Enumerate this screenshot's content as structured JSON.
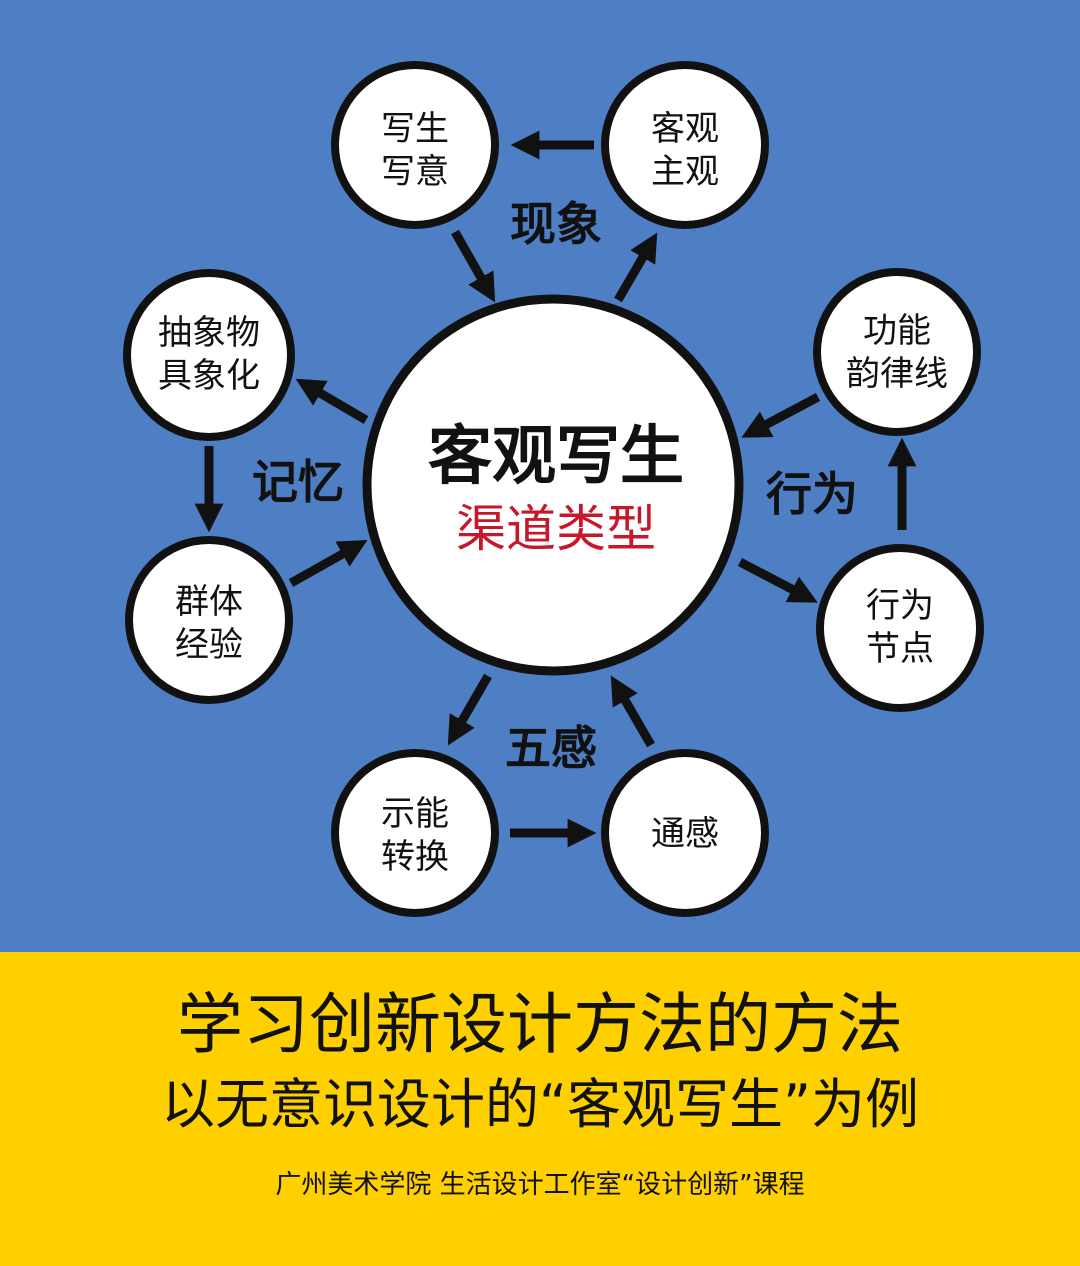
{
  "colors": {
    "background": "#4e7fc4",
    "banner": "#ffd000",
    "accent_red": "#c8162b",
    "ink": "#111111",
    "node_fill": "#ffffff"
  },
  "center": {
    "title": "客观写生",
    "subtitle": "渠道类型"
  },
  "groups": {
    "phenomenon": "现象",
    "memory": "记忆",
    "behavior": "行为",
    "five_senses": "五感"
  },
  "nodes": {
    "sketch": {
      "line1": "写生",
      "line2": "写意"
    },
    "objective": {
      "line1": "客观",
      "line2": "主观"
    },
    "abstract": {
      "line1": "抽象物",
      "line2": "具象化"
    },
    "group_exp": {
      "line1": "群体",
      "line2": "经验"
    },
    "function": {
      "line1": "功能",
      "line2": "韵律线"
    },
    "behavior_node": {
      "line1": "行为",
      "line2": "节点"
    },
    "affordance": {
      "line1": "示能",
      "line2": "转换"
    },
    "synesthesia": {
      "line1": "通感"
    }
  },
  "footer": {
    "title": "学习创新设计方法的方法",
    "subtitle": "以无意识设计的“客观写生”为例",
    "credit": "广州美术学院 生活设计工作室“设计创新”课程"
  }
}
